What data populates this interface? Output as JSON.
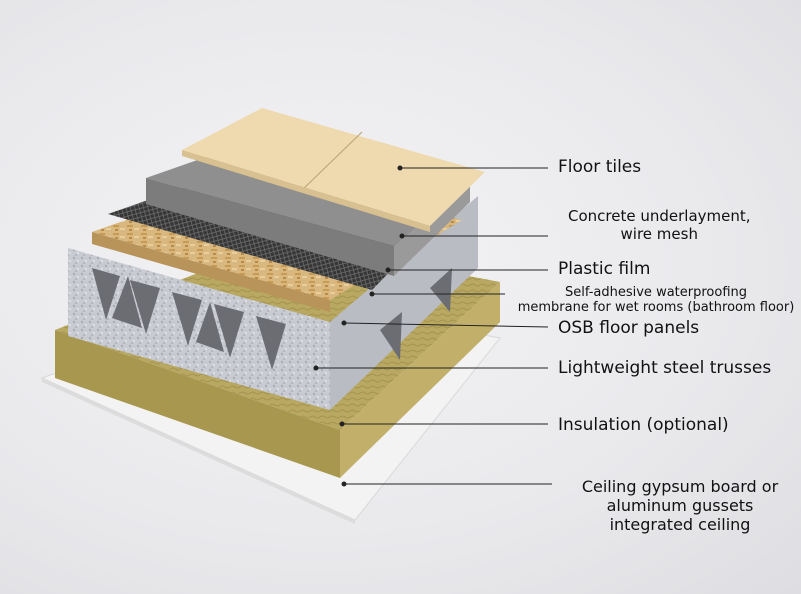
{
  "labels": {
    "floor_tiles": "Floor tiles",
    "concrete_1": "Concrete underlayment,",
    "concrete_2": "wire mesh",
    "plastic_film": "Plastic film",
    "membrane_1": "Self-adhesive waterproofing",
    "membrane_2": "membrane for wet rooms (bathroom floor)",
    "osb": "OSB floor panels",
    "trusses": "Lightweight steel trusses",
    "insulation": "Insulation (optional)",
    "ceiling_1": "Ceiling gypsum board or",
    "ceiling_2": "aluminum gussets",
    "ceiling_3": "integrated ceiling"
  },
  "colors": {
    "tile": "#efd9ac",
    "concrete": "#8e8e8e",
    "mesh": "#3a3a3a",
    "osb": "#d6b47c",
    "steel": "#c9ccd2",
    "insulation": "#b8a660",
    "gypsum": "#f2f2f2",
    "leader": "#222222"
  }
}
